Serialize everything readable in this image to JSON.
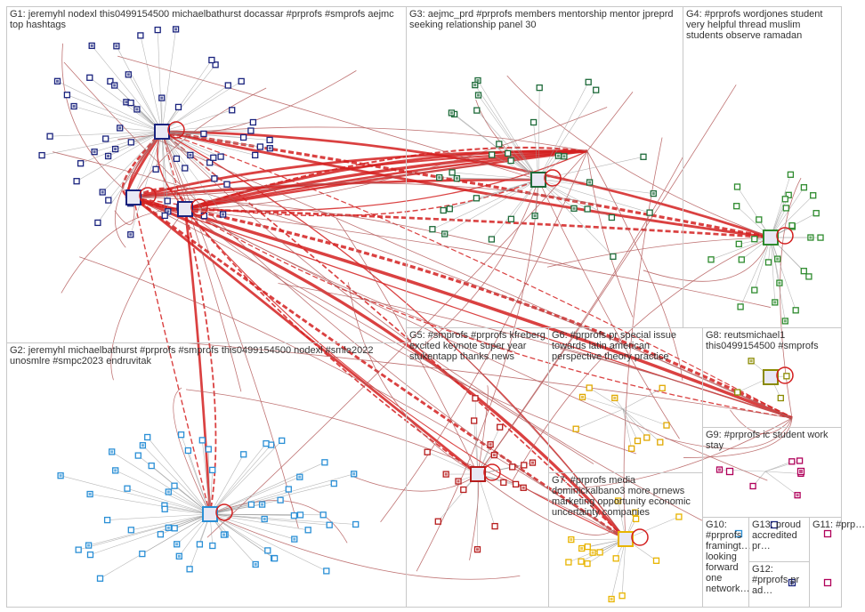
{
  "groups": [
    {
      "id": "G1",
      "label": "G1: jeremyhl nodexl this0499154500 michaelbathurst docassar #prprofs #smprofs aejmc top hashtags"
    },
    {
      "id": "G2",
      "label": "G2: jeremyhl michaelbathurst #prprofs #smprofs this0499154500 nodexl #smle2022 unosmlre #smpc2023 endruvitak"
    },
    {
      "id": "G3",
      "label": "G3: aejmc_prd #prprofs members mentorship mentor jpreprd seeking relationship panel 30"
    },
    {
      "id": "G4",
      "label": "G4: #prprofs wordjones student very helpful thread muslim students observe ramadan"
    },
    {
      "id": "G5",
      "label": "G5: #smprofs #prprofs kfreberg excited keynote super year stukentapp thanks news"
    },
    {
      "id": "G6",
      "label": "G6: #prprofs pr special issue towards latin american perspective theory practice"
    },
    {
      "id": "G7",
      "label": "G7: #prprofs media dominickalbano3 more prnews marketing opportunity economic uncertainty companies"
    },
    {
      "id": "G8",
      "label": "G8: reutsmichael1 this0499154500 #smprofs"
    },
    {
      "id": "G9",
      "label": "G9: #prprofs ic student work stay"
    },
    {
      "id": "G10",
      "label": "G10: #prprofs framingt… looking forward one network…"
    },
    {
      "id": "G11",
      "label": "G11: #prp…"
    },
    {
      "id": "G12",
      "label": "G12: #prprofs pr ad…"
    },
    {
      "id": "G13",
      "label": "G13: proud accredited pr…"
    }
  ],
  "node_labels": [
    "michaelbathurst",
    "this0499154500",
    "jeremyhl",
    "aejmc_prd",
    "kfreberg",
    "dominickalbano3",
    "reutsmichael1",
    "wordjones",
    "docassar",
    "nodexl",
    "unosmlre",
    "endruvitak",
    "stukentapp",
    "prnews",
    "jpreprd"
  ],
  "colors": {
    "g1": "#1a237e",
    "g2": "#2a8fd6",
    "g3": "#1e6b3a",
    "g4": "#2e8b2e",
    "g5": "#b71c1c",
    "g6": "#e0a800",
    "g7": "#e8b400",
    "g8": "#8a8a00",
    "g9": "#b0005a",
    "edge": "#9a9a9a",
    "hub_edge": "#d32020"
  }
}
